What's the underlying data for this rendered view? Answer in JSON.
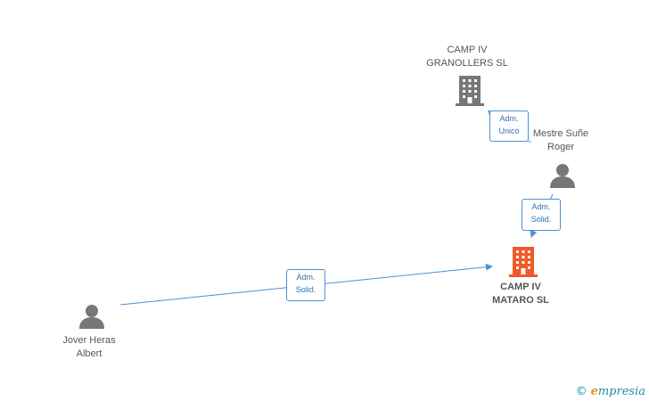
{
  "nodes": {
    "granollers": {
      "line1": "CAMP IV",
      "line2": "GRANOLLERS SL"
    },
    "mestre": {
      "line1": "Mestre Suñe",
      "line2": "Roger"
    },
    "mataro": {
      "line1": "CAMP IV",
      "line2": "MATARO SL"
    },
    "jover": {
      "line1": "Jover Heras",
      "line2": "Albert"
    }
  },
  "edges": {
    "granollers_mestre": {
      "line1": "Adm.",
      "line2": "Unico"
    },
    "mestre_mataro": {
      "line1": "Adm.",
      "line2": "Solid."
    },
    "jover_mataro": {
      "line1": "Adm.",
      "line2": "Solid."
    }
  },
  "colors": {
    "company": "#777777",
    "main_company": "#f05a28",
    "person": "#777777",
    "edge": "#4a90d9"
  },
  "footer": {
    "copyright": "©",
    "brand_first": "e",
    "brand_rest": "mpresia"
  }
}
